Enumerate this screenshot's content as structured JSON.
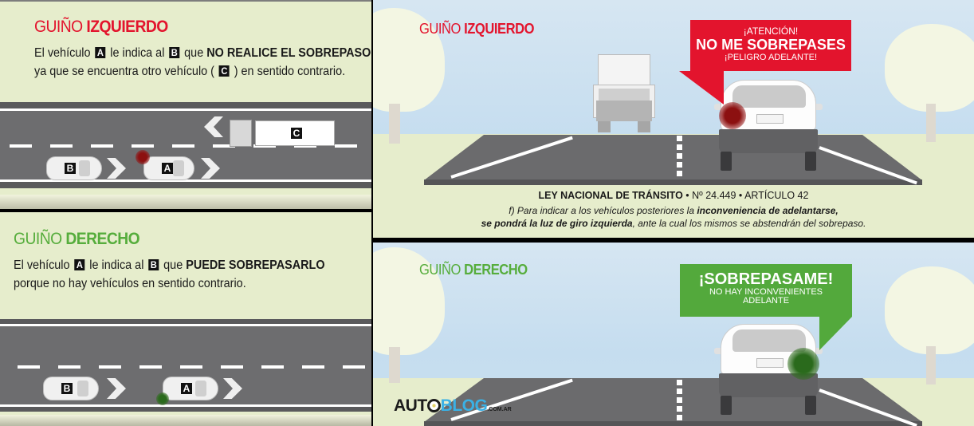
{
  "left_top": {
    "title_light": "GUIÑO ",
    "title_bold": "IZQUIERDO",
    "title_color": "#e3142d",
    "line1_pre": "El vehículo",
    "line1_tag_a": "A",
    "line1_mid": "le indica al",
    "line1_tag_b": "B",
    "line1_que": "que",
    "line1_bold": "NO REALICE EL SOBREPASO",
    "line2_pre": "ya que se encuentra otro vehículo (",
    "line2_tag_c": "C",
    "line2_post": ") en sentido contrario.",
    "diagram": {
      "car_b_label": "B",
      "car_a_label": "A",
      "truck_label": "C",
      "blinker_color": "#8c1010"
    }
  },
  "left_bottom": {
    "title_light": "GUIÑO ",
    "title_bold": "DERECHO",
    "title_color": "#56ad3c",
    "line1_pre": "El vehículo",
    "line1_tag_a": "A",
    "line1_mid": "le indica al",
    "line1_tag_b": "B",
    "line1_que": "que",
    "line1_bold": "PUEDE SOBREPASARLO",
    "line2": "porque no hay vehículos en sentido contrario.",
    "diagram": {
      "car_b_label": "B",
      "car_a_label": "A",
      "blinker_color": "#2a6a1c"
    }
  },
  "scene_top": {
    "title_light": "GUIÑO ",
    "title_bold": "IZQUIERDO",
    "bubble": {
      "line1": "¡ATENCIÓN!",
      "line2": "NO ME SOBREPASES",
      "line3": "¡PELIGRO ADELANTE!",
      "color": "#e3142d"
    },
    "law": {
      "head_bold": "LEY NACIONAL DE TRÁNSITO",
      "head_rest": " • Nº 24.449 • ARTÍCULO 42",
      "body1_pre": "f) Para indicar a los vehículos posteriores la ",
      "body1_bold": "inconveniencia de adelantarse,",
      "body2_bold": "se pondrá la luz de giro izquierda",
      "body2_rest": ", ante la cual los mismos se abstendrán del sobrepaso."
    }
  },
  "scene_bottom": {
    "title_light": "GUIÑO ",
    "title_bold": "DERECHO",
    "bubble": {
      "line1": "¡SOBREPASAME!",
      "line2": "NO HAY INCONVENIENTES",
      "line3": "ADELANTE",
      "color": "#53a93c"
    },
    "logo": {
      "part1": "AUT",
      "part2": "BLOG",
      "domain": ".COM.AR"
    }
  }
}
